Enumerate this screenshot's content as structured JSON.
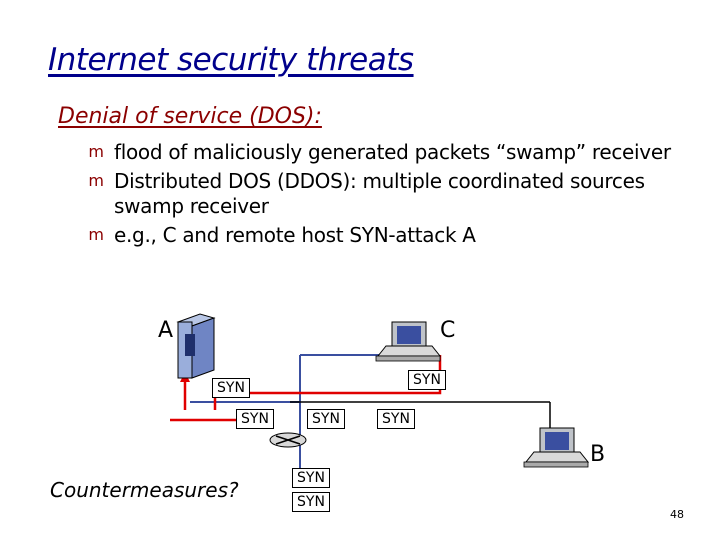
{
  "slide": {
    "title": "Internet security threats",
    "subtitle": "Denial of service (DOS):",
    "bullets": [
      "flood of maliciously generated packets “swamp” receiver",
      "Distributed DOS (DDOS): multiple coordinated sources swamp receiver",
      "e.g., C and remote host SYN-attack A"
    ],
    "bullet_icon": "m",
    "diagram": {
      "hosts": {
        "a": "A",
        "c": "C",
        "b": "B"
      },
      "syn_labels": [
        "SYN",
        "SYN",
        "SYN",
        "SYN",
        "SYN",
        "SYN",
        "SYN"
      ]
    },
    "countermeasures": "Countermeasures?",
    "page_number": "48"
  },
  "colors": {
    "title": "#00008b",
    "subtitle": "#8b0000",
    "attack_line": "#e00000",
    "network_line": "#3a4fa0"
  }
}
